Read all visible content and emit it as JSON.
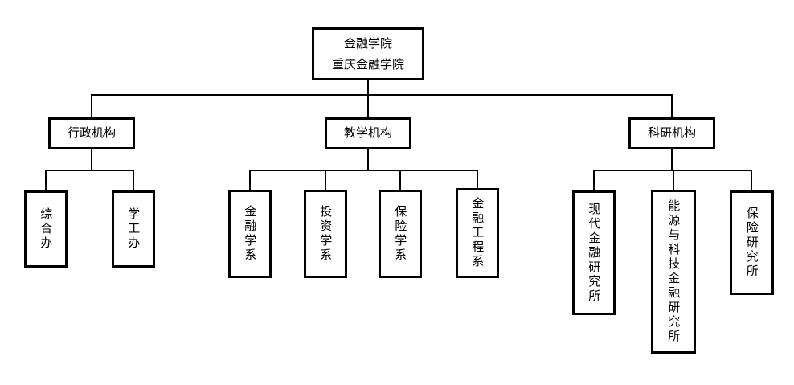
{
  "colors": {
    "background": "#ffffff",
    "line": "#000000",
    "box_border": "#000000",
    "text": "#000000"
  },
  "chart": {
    "type": "org-chart",
    "root": {
      "line1": "金融学院",
      "line2": "重庆金融学院"
    },
    "branches": [
      {
        "label": "行政机构",
        "children": [
          {
            "label": "综合办"
          },
          {
            "label": "学工办"
          }
        ]
      },
      {
        "label": "教学机构",
        "children": [
          {
            "label": "金融学系"
          },
          {
            "label": "投资学系"
          },
          {
            "label": "保险学系"
          },
          {
            "label": "金融工程系"
          }
        ]
      },
      {
        "label": "科研机构",
        "children": [
          {
            "label": "现代金融研究所"
          },
          {
            "label": "能源与科技金融研究所"
          },
          {
            "label": "保险研究所"
          }
        ]
      }
    ]
  }
}
